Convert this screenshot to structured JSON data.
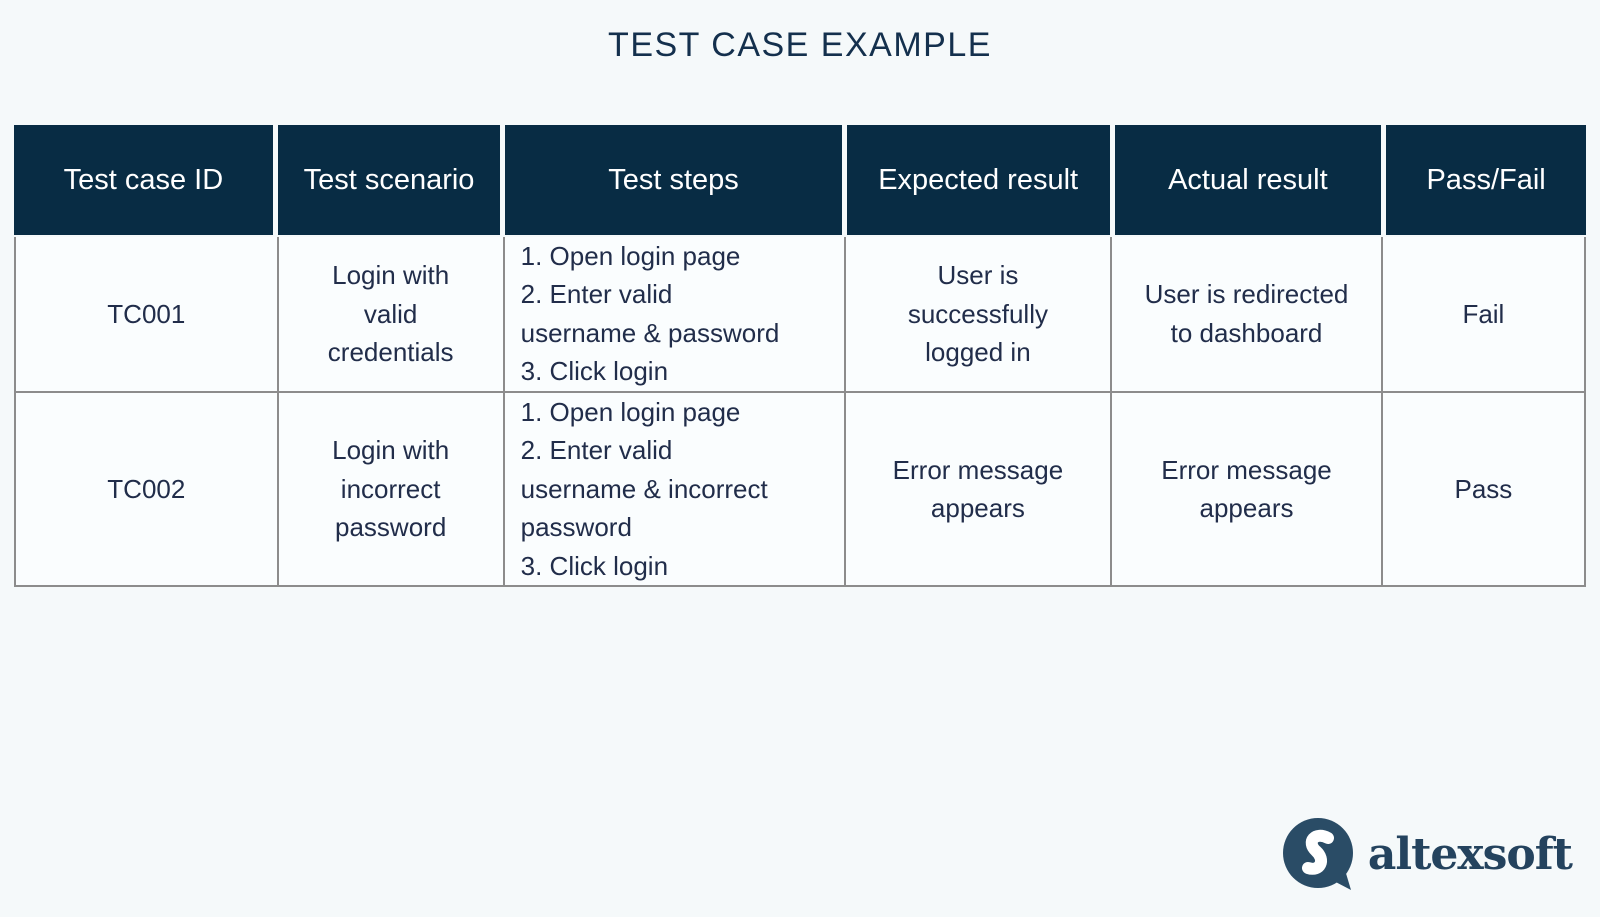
{
  "title": "TEST CASE EXAMPLE",
  "table": {
    "headers": {
      "id": "Test case ID",
      "scenario": "Test scenario",
      "steps": "Test steps",
      "expected": "Expected result",
      "actual": "Actual result",
      "status": "Pass/Fail"
    },
    "rows": [
      {
        "id": "TC001",
        "scenario": "Login with valid credentials",
        "steps": [
          "1. Open login page",
          "2. Enter valid username & password",
          "3. Click login"
        ],
        "expected": "User is successfully logged in",
        "actual": "User is redirected to dashboard",
        "status": "Fail"
      },
      {
        "id": "TC002",
        "scenario": "Login with incorrect password",
        "steps": [
          "1. Open login page",
          "2. Enter valid username & incorrect password",
          "3. Click login"
        ],
        "expected": "Error message appears",
        "actual": "Error message appears",
        "status": "Pass"
      }
    ]
  },
  "logo": {
    "text": "altexsoft",
    "mark": "speech-bubble-s-icon"
  },
  "colors": {
    "page_bg": "#f5f9fa",
    "header_bg": "#082c44",
    "header_text": "#ffffff",
    "body_text": "#212d4a",
    "grid_line": "#8c8c8c",
    "cell_bg": "#fafdfe",
    "title_text": "#14304d",
    "logo_mark": "#2a4c66",
    "logo_text": "#24435e"
  }
}
